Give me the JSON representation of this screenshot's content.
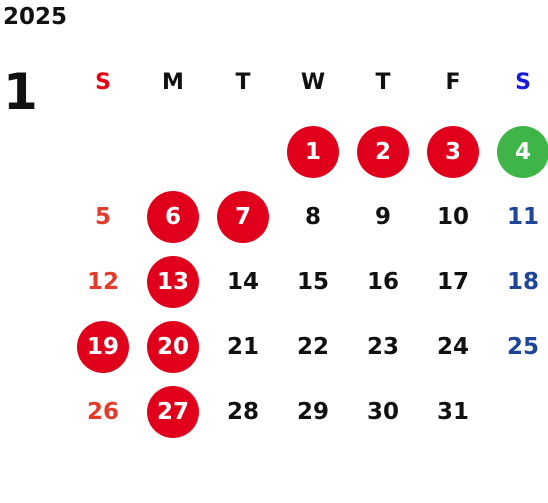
{
  "calendar": {
    "year": "2025",
    "month": "1",
    "weekdays": [
      {
        "label": "S",
        "color": "#e60012"
      },
      {
        "label": "M",
        "color": "#111111"
      },
      {
        "label": "T",
        "color": "#111111"
      },
      {
        "label": "W",
        "color": "#111111"
      },
      {
        "label": "T",
        "color": "#111111"
      },
      {
        "label": "F",
        "color": "#111111"
      },
      {
        "label": "S",
        "color": "#1a1adb"
      }
    ],
    "weeks": [
      [
        {
          "day": ""
        },
        {
          "day": ""
        },
        {
          "day": ""
        },
        {
          "day": "1",
          "mark": "holiday"
        },
        {
          "day": "2",
          "mark": "holiday"
        },
        {
          "day": "3",
          "mark": "holiday"
        },
        {
          "day": "4",
          "mark": "holiday-green"
        }
      ],
      [
        {
          "day": "5",
          "mark": "sun"
        },
        {
          "day": "6",
          "mark": "holiday"
        },
        {
          "day": "7",
          "mark": "holiday"
        },
        {
          "day": "8"
        },
        {
          "day": "9"
        },
        {
          "day": "10"
        },
        {
          "day": "11",
          "mark": "sat"
        }
      ],
      [
        {
          "day": "12",
          "mark": "sun"
        },
        {
          "day": "13",
          "mark": "holiday"
        },
        {
          "day": "14"
        },
        {
          "day": "15"
        },
        {
          "day": "16"
        },
        {
          "day": "17"
        },
        {
          "day": "18",
          "mark": "sat"
        }
      ],
      [
        {
          "day": "19",
          "mark": "holiday"
        },
        {
          "day": "20",
          "mark": "holiday"
        },
        {
          "day": "21"
        },
        {
          "day": "22"
        },
        {
          "day": "23"
        },
        {
          "day": "24"
        },
        {
          "day": "25",
          "mark": "sat"
        }
      ],
      [
        {
          "day": "26",
          "mark": "sun"
        },
        {
          "day": "27",
          "mark": "holiday"
        },
        {
          "day": "28"
        },
        {
          "day": "29"
        },
        {
          "day": "30"
        },
        {
          "day": "31"
        },
        {
          "day": ""
        }
      ]
    ],
    "colors": {
      "holiday": "#e0001b",
      "holiday_green": "#3fb549",
      "sunday_text": "#e33c2c",
      "saturday_text": "#1f4598",
      "weekday_text": "#111111"
    }
  }
}
